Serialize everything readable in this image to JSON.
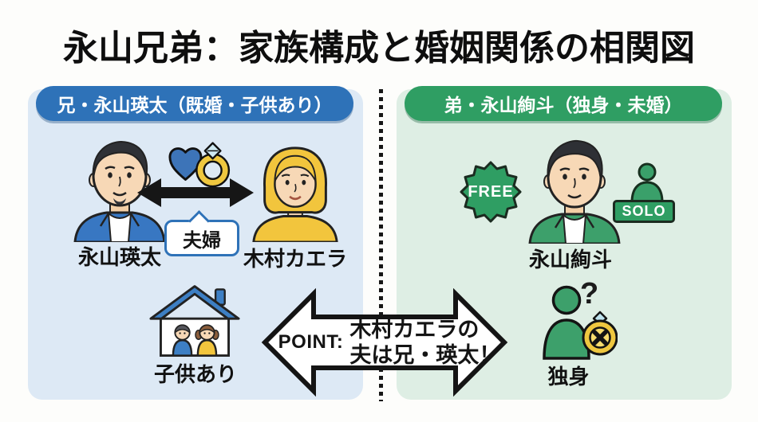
{
  "title": "永山兄弟：家族構成と婚姻関係の相関図",
  "left_panel": {
    "header": "兄・永山瑛太（既婚・子供あり）",
    "husband": {
      "name": "永山瑛太"
    },
    "wife": {
      "name": "木村カエラ"
    },
    "couple_label": "夫婦",
    "children_label": "子供あり"
  },
  "right_panel": {
    "header": "弟・永山絢斗（独身・未婚）",
    "brother": {
      "name": "永山絢斗"
    },
    "free_badge_label": "FREE",
    "solo_stamp_label": "SOLO",
    "question_mark": "?",
    "single_label": "独身"
  },
  "point_callout": {
    "prefix": "POINT:",
    "line1": "木村カエラの",
    "line2": "夫は兄・瑛太！"
  },
  "icons": {
    "couple": "heart-ring-icon",
    "marriage_link": "double-arrow-icon",
    "children": "house-family-icon",
    "free": "starburst-badge-icon",
    "solo": "person-stamp-icon",
    "single": "person-no-ring-icon",
    "divider": "dotted-line"
  },
  "colors": {
    "brother_blue": "#2e72b8",
    "brother_green": "#2f9e63",
    "panel_blue": "#dde9f5",
    "panel_green": "#deeee4",
    "heart_blue": "#3d74b8",
    "ring_gold": "#efc73f",
    "outline_black": "#141414"
  }
}
